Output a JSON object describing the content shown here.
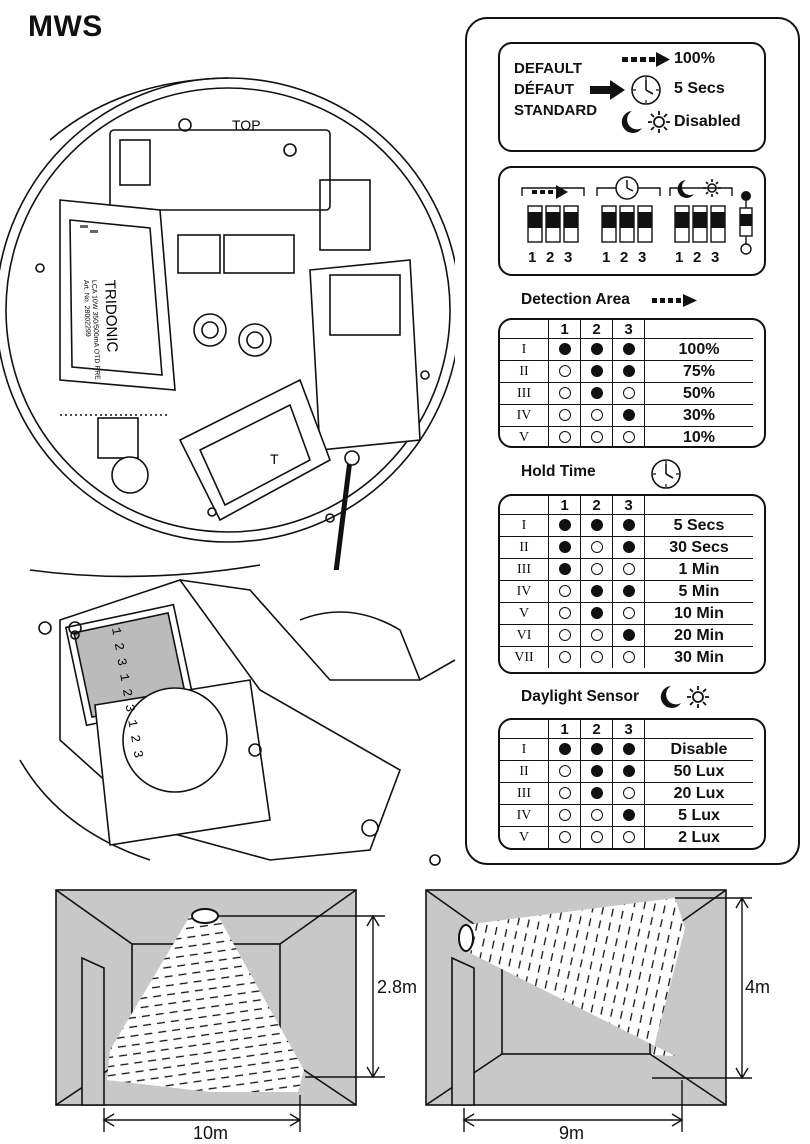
{
  "title": "MWS",
  "device": {
    "top_label": "TOP",
    "brand": "TRIDONIC",
    "driver_lines": [
      "LCA 10W 350/500mA OTD PRE",
      "Art. No. 28002299"
    ],
    "terminal_letter": "T",
    "dip_numbers": "1 2 3 1 2 3 1 2 3"
  },
  "defaults": {
    "labels": [
      "DEFAULT",
      "DÉFAUT",
      "STANDARD"
    ],
    "values": [
      "100%",
      "5 Secs",
      "Disabled"
    ]
  },
  "dip_groups": {
    "numbers": [
      "1",
      "2",
      "3"
    ],
    "icons": [
      "range-arrow-icon",
      "clock-icon",
      "moon-sun-icon"
    ]
  },
  "detection_area": {
    "heading": "Detection Area",
    "columns": [
      "1",
      "2",
      "3"
    ],
    "rows": [
      {
        "numeral": "I",
        "switches": [
          1,
          1,
          1
        ],
        "value": "100%"
      },
      {
        "numeral": "II",
        "switches": [
          0,
          1,
          1
        ],
        "value": "75%"
      },
      {
        "numeral": "III",
        "switches": [
          0,
          1,
          0
        ],
        "value": "50%"
      },
      {
        "numeral": "IV",
        "switches": [
          0,
          0,
          1
        ],
        "value": "30%"
      },
      {
        "numeral": "V",
        "switches": [
          0,
          0,
          0
        ],
        "value": "10%"
      }
    ]
  },
  "hold_time": {
    "heading": "Hold Time",
    "columns": [
      "1",
      "2",
      "3"
    ],
    "rows": [
      {
        "numeral": "I",
        "switches": [
          1,
          1,
          1
        ],
        "value": "5 Secs"
      },
      {
        "numeral": "II",
        "switches": [
          1,
          0,
          1
        ],
        "value": "30 Secs"
      },
      {
        "numeral": "III",
        "switches": [
          1,
          0,
          0
        ],
        "value": "1 Min"
      },
      {
        "numeral": "IV",
        "switches": [
          0,
          1,
          1
        ],
        "value": "5 Min"
      },
      {
        "numeral": "V",
        "switches": [
          0,
          1,
          0
        ],
        "value": "10 Min"
      },
      {
        "numeral": "VI",
        "switches": [
          0,
          0,
          1
        ],
        "value": "20 Min"
      },
      {
        "numeral": "VII",
        "switches": [
          0,
          0,
          0
        ],
        "value": "30 Min"
      }
    ]
  },
  "daylight_sensor": {
    "heading": "Daylight Sensor",
    "columns": [
      "1",
      "2",
      "3"
    ],
    "rows": [
      {
        "numeral": "I",
        "switches": [
          1,
          1,
          1
        ],
        "value": "Disable"
      },
      {
        "numeral": "II",
        "switches": [
          0,
          1,
          1
        ],
        "value": "50 Lux"
      },
      {
        "numeral": "III",
        "switches": [
          0,
          1,
          0
        ],
        "value": "20 Lux"
      },
      {
        "numeral": "IV",
        "switches": [
          0,
          0,
          1
        ],
        "value": "5 Lux"
      },
      {
        "numeral": "V",
        "switches": [
          0,
          0,
          0
        ],
        "value": "2 Lux"
      }
    ]
  },
  "coverage": {
    "ceiling": {
      "height": "2.8m",
      "width": "10m"
    },
    "wall": {
      "height": "4m",
      "width": "9m"
    }
  }
}
